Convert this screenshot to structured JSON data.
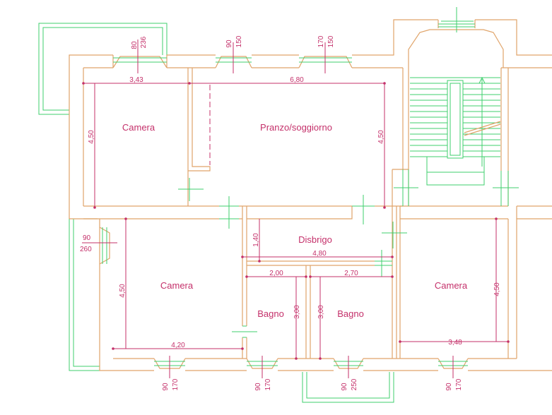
{
  "rooms": {
    "camera_nw": "Camera",
    "pranzo": "Pranzo/soggiorno",
    "camera_sw": "Camera",
    "disbrigo": "Disbrigo",
    "bagno_1": "Bagno",
    "bagno_2": "Bagno",
    "camera_se": "Camera"
  },
  "dimensions": {
    "camera_nw_width": "3,43",
    "camera_nw_height": "4,50",
    "pranzo_width": "6,80",
    "pranzo_height": "4,50",
    "disbrigo_height": "1,40",
    "disbrigo_width": "4,80",
    "camera_sw_height": "4,50",
    "camera_sw_width": "4,20",
    "bagno_1_width": "2,00",
    "bagno_1_height": "3,00",
    "bagno_2_width": "2,70",
    "bagno_2_height": "3,00",
    "camera_se_height": "4,50",
    "camera_se_width": "3,48"
  },
  "openings": {
    "top_1": {
      "w": "80",
      "h": "236"
    },
    "top_2": {
      "w": "90",
      "h": "150"
    },
    "top_3": {
      "w": "170",
      "h": "150"
    },
    "left": {
      "w": "90",
      "h": "260"
    },
    "bottom_1": {
      "w": "90",
      "h": "170"
    },
    "bottom_2": {
      "w": "90",
      "h": "170"
    },
    "bottom_3": {
      "w": "90",
      "h": "250"
    },
    "bottom_4": {
      "w": "90",
      "h": "170"
    }
  },
  "colors": {
    "walls": "#e0a46a",
    "fixtures": "#3fcf6e",
    "dimensions": "#c4306a"
  }
}
